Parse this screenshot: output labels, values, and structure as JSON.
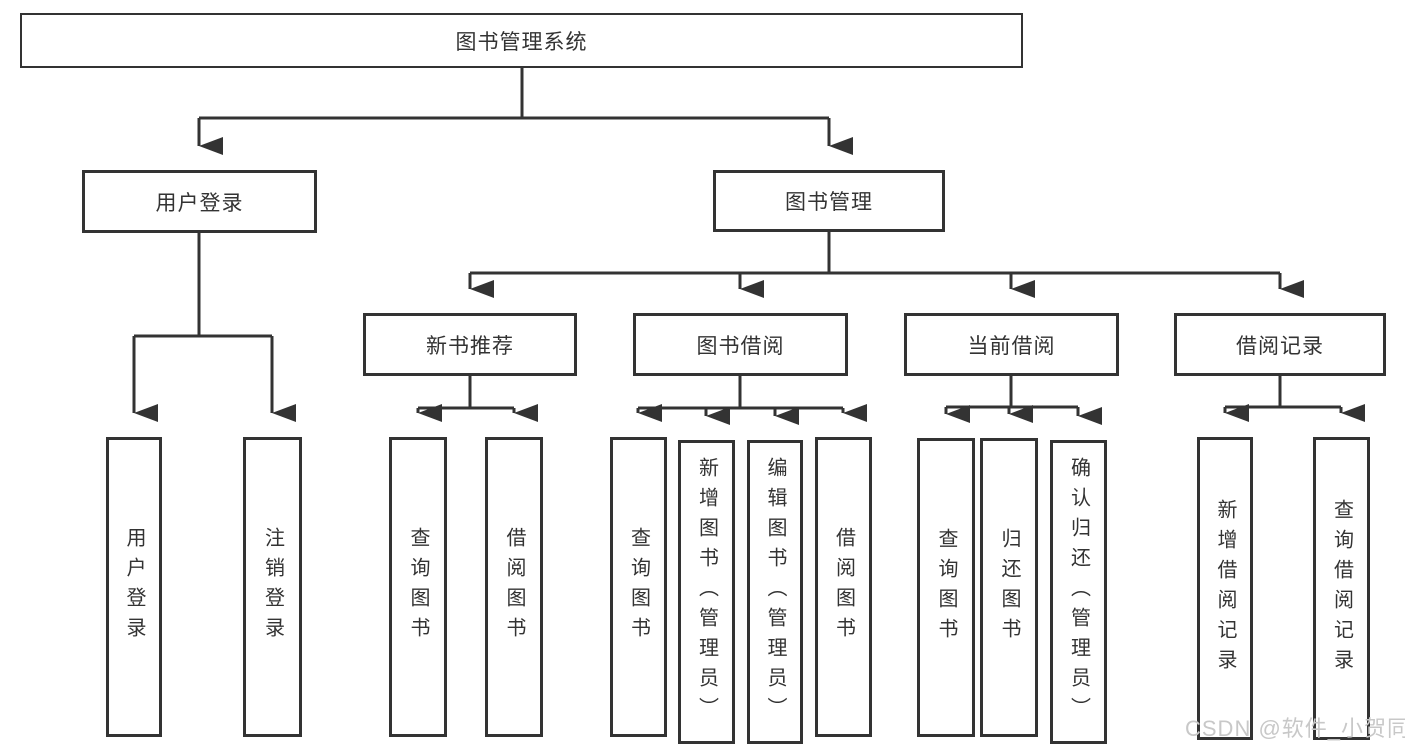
{
  "diagram": {
    "root": {
      "label": "图书管理系统"
    },
    "children": [
      {
        "label": "用户登录",
        "children": [
          {
            "label": "用户登录"
          },
          {
            "label": "注销登录"
          }
        ]
      },
      {
        "label": "图书管理",
        "children": [
          {
            "label": "新书推荐",
            "children": [
              {
                "label": "查询图书"
              },
              {
                "label": "借阅图书"
              }
            ]
          },
          {
            "label": "图书借阅",
            "children": [
              {
                "label": "查询图书"
              },
              {
                "label": "新增图书（管理员）"
              },
              {
                "label": "编辑图书（管理员）"
              },
              {
                "label": "借阅图书"
              }
            ]
          },
          {
            "label": "当前借阅",
            "children": [
              {
                "label": "查询图书"
              },
              {
                "label": "归还图书"
              },
              {
                "label": "确认归还（管理员）"
              }
            ]
          },
          {
            "label": "借阅记录",
            "children": [
              {
                "label": "新增借阅记录"
              },
              {
                "label": "查询借阅记录"
              }
            ]
          }
        ]
      }
    ]
  },
  "watermark": {
    "text": "CSDN @软件_小贺同学"
  },
  "colors": {
    "line": "#333333",
    "text": "#333333",
    "box_background": "#ffffff",
    "watermark": "#c8c8c8",
    "page_background": "#ffffff"
  }
}
